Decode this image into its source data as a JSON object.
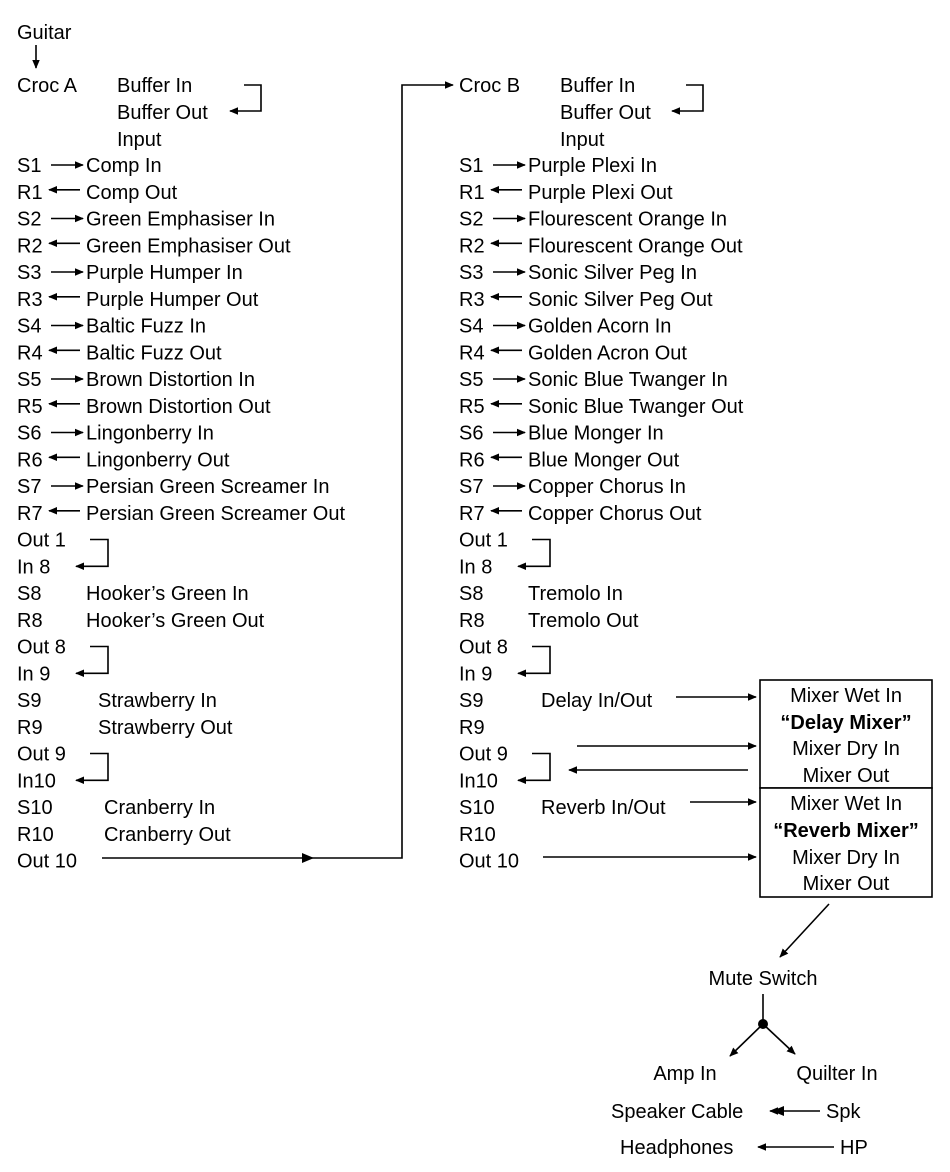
{
  "input": "Guitar",
  "croc_a": {
    "label": "Croc A",
    "buffer_in": "Buffer In",
    "buffer_out": "Buffer Out",
    "input": "Input",
    "rows": [
      {
        "port": "S1",
        "text": "Comp In"
      },
      {
        "port": "R1",
        "text": "Comp Out"
      },
      {
        "port": "S2",
        "text": "Green Emphasiser In"
      },
      {
        "port": "R2",
        "text": "Green Emphasiser Out"
      },
      {
        "port": "S3",
        "text": "Purple Humper In"
      },
      {
        "port": "R3",
        "text": "Purple Humper Out"
      },
      {
        "port": "S4",
        "text": "Baltic Fuzz In"
      },
      {
        "port": "R4",
        "text": "Baltic Fuzz Out"
      },
      {
        "port": "S5",
        "text": "Brown Distortion In"
      },
      {
        "port": "R5",
        "text": "Brown Distortion Out"
      },
      {
        "port": "S6",
        "text": "Lingonberry In"
      },
      {
        "port": "R6",
        "text": "Lingonberry Out"
      },
      {
        "port": "S7",
        "text": "Persian Green Screamer In"
      },
      {
        "port": "R7",
        "text": "Persian Green Screamer Out"
      },
      {
        "port": "Out 1",
        "text": ""
      },
      {
        "port": "In 8",
        "text": ""
      },
      {
        "port": "S8",
        "text": "Hooker’s Green In"
      },
      {
        "port": "R8",
        "text": "Hooker’s Green Out"
      },
      {
        "port": "Out 8",
        "text": ""
      },
      {
        "port": "In 9",
        "text": ""
      },
      {
        "port": "S9",
        "text": "Strawberry In"
      },
      {
        "port": "R9",
        "text": "Strawberry Out"
      },
      {
        "port": "Out 9",
        "text": ""
      },
      {
        "port": "In10",
        "text": ""
      },
      {
        "port": "S10",
        "text": "Cranberry In"
      },
      {
        "port": "R10",
        "text": "Cranberry Out"
      },
      {
        "port": "Out 10",
        "text": ""
      }
    ]
  },
  "croc_b": {
    "label": "Croc B",
    "buffer_in": "Buffer In",
    "buffer_out": "Buffer Out",
    "input": "Input",
    "rows": [
      {
        "port": "S1",
        "text": "Purple Plexi In"
      },
      {
        "port": "R1",
        "text": "Purple Plexi Out"
      },
      {
        "port": "S2",
        "text": "Flourescent Orange In"
      },
      {
        "port": "R2",
        "text": "Flourescent Orange Out"
      },
      {
        "port": "S3",
        "text": "Sonic Silver Peg In"
      },
      {
        "port": "R3",
        "text": "Sonic Silver Peg Out"
      },
      {
        "port": "S4",
        "text": "Golden Acorn In"
      },
      {
        "port": "R4",
        "text": "Golden Acron Out"
      },
      {
        "port": "S5",
        "text": "Sonic Blue Twanger In"
      },
      {
        "port": "R5",
        "text": "Sonic Blue Twanger Out"
      },
      {
        "port": "S6",
        "text": "Blue Monger In"
      },
      {
        "port": "R6",
        "text": "Blue Monger Out"
      },
      {
        "port": "S7",
        "text": "Copper Chorus In"
      },
      {
        "port": "R7",
        "text": "Copper Chorus Out"
      },
      {
        "port": "Out 1",
        "text": ""
      },
      {
        "port": "In 8",
        "text": ""
      },
      {
        "port": "S8",
        "text": "Tremolo In"
      },
      {
        "port": "R8",
        "text": "Tremolo Out"
      },
      {
        "port": "Out 8",
        "text": ""
      },
      {
        "port": "In 9",
        "text": ""
      },
      {
        "port": "S9",
        "text": "Delay In/Out"
      },
      {
        "port": "R9",
        "text": ""
      },
      {
        "port": "Out 9",
        "text": ""
      },
      {
        "port": "In10",
        "text": ""
      },
      {
        "port": "S10",
        "text": "Reverb In/Out"
      },
      {
        "port": "R10",
        "text": ""
      },
      {
        "port": "Out 10",
        "text": ""
      }
    ]
  },
  "delay_mixer": {
    "wet_in": "Mixer Wet In",
    "name": "“Delay Mixer”",
    "dry_in": "Mixer Dry In",
    "out": "Mixer Out"
  },
  "reverb_mixer": {
    "wet_in": "Mixer Wet In",
    "name": "“Reverb Mixer”",
    "dry_in": "Mixer Dry In",
    "out": "Mixer Out"
  },
  "mute_switch": "Mute Switch",
  "amp_in": "Amp In",
  "quilter_in": "Quilter In",
  "speaker_cable": "Speaker Cable",
  "spk": "Spk",
  "headphones": "Headphones",
  "hp": "HP"
}
